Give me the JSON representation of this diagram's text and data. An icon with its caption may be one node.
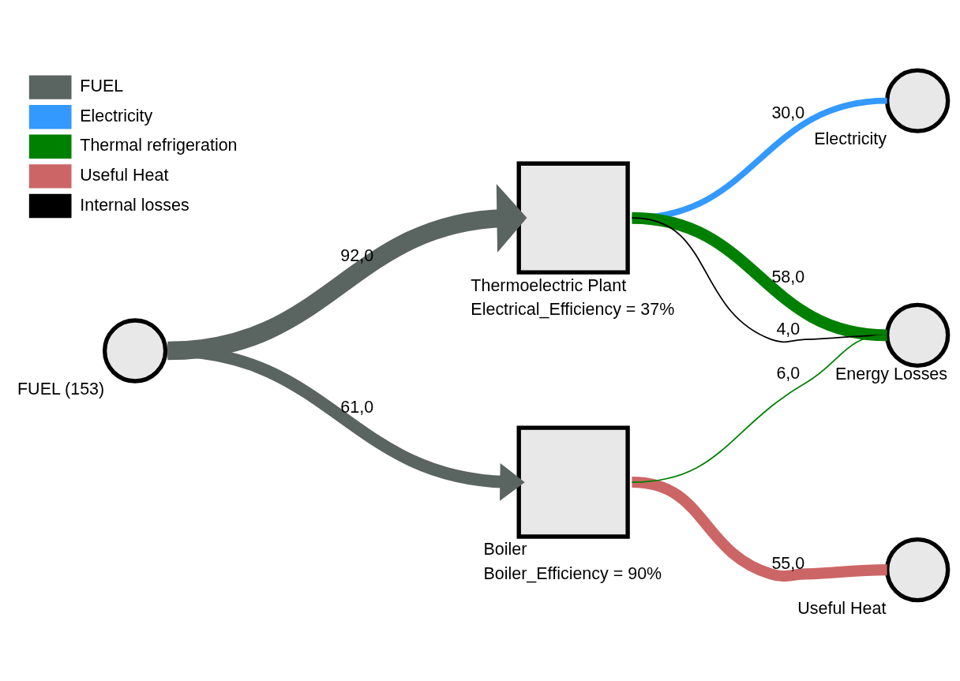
{
  "diagram": {
    "nodes": [
      {
        "text": [
          "FUEL (153)"
        ]
      },
      {
        "text": [
          "Thermoelectric Plant",
          "Electrical_Efficiency = 37%"
        ]
      },
      {
        "text": [
          "Boiler",
          "Boiler_Efficiency = 90%"
        ]
      },
      {
        "text": [
          "Electricity"
        ]
      },
      {
        "text": [
          "Useful Heat"
        ]
      },
      {
        "text": [
          "Energy Losses"
        ]
      }
    ],
    "edges": [
      {
        "from": 0,
        "to": 1,
        "arrow": "to",
        "label": "92,0",
        "color": "#5a6460"
      },
      {
        "from": 0,
        "to": 2,
        "arrow": "to",
        "label": "61,0",
        "color": "#5a6460"
      },
      {
        "from": 1,
        "to": 3,
        "arrow": "none",
        "label": "30,0",
        "color": "#3399ff"
      },
      {
        "from": 1,
        "to": 5,
        "arrow": "none",
        "label": "58,0",
        "color": "#008000"
      },
      {
        "from": 1,
        "to": 5,
        "arrow": "none",
        "label": "4,0",
        "color": "#000000"
      },
      {
        "from": 2,
        "to": 4,
        "arrow": "none",
        "label": "55,0",
        "color": "#cc6666"
      },
      {
        "from": 2,
        "to": 5,
        "arrow": "none",
        "label": "6,0",
        "color": "#008000"
      }
    ],
    "legend": [
      {
        "text": "FUEL",
        "color": "#5a6460"
      },
      {
        "text": "Electricity",
        "color": "#3399ff"
      },
      {
        "text": "Thermal refrigeration",
        "color": "#008000"
      },
      {
        "text": "Useful Heat",
        "color": "#cc6666"
      },
      {
        "text": "Internal losses",
        "color": "#000000"
      }
    ]
  }
}
